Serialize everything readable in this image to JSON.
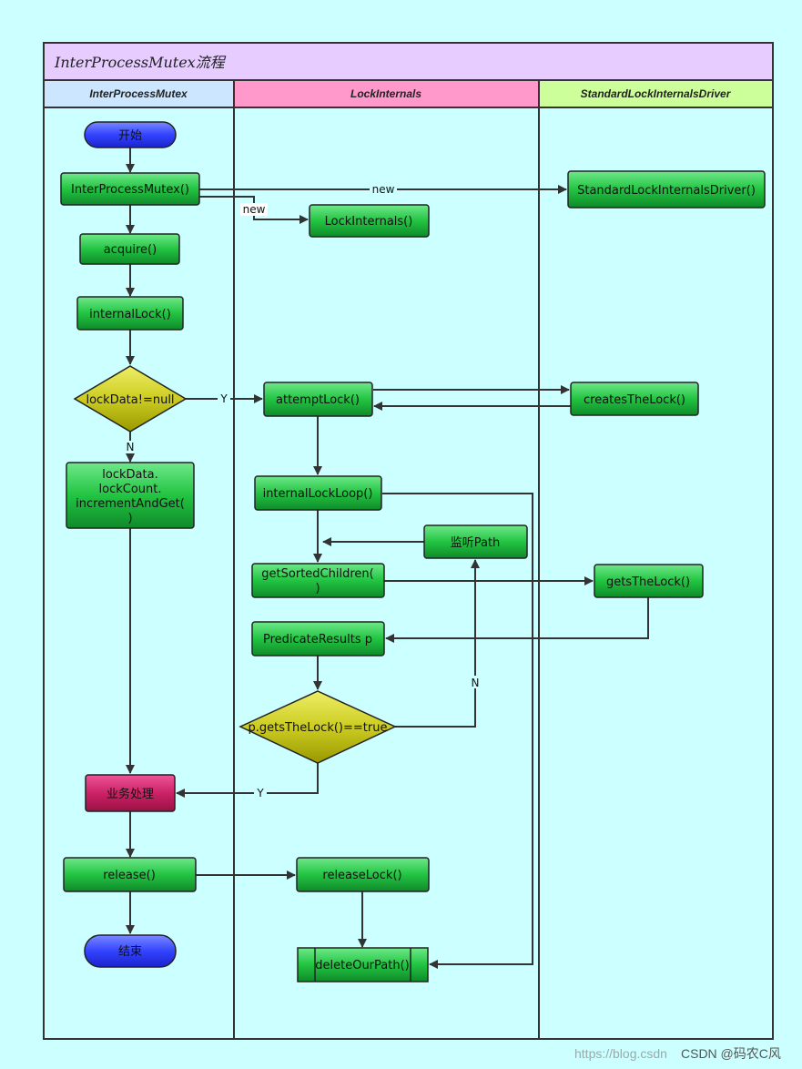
{
  "title": "InterProcessMutex流程",
  "lanes": [
    {
      "id": "ipm",
      "label": "InterProcessMutex",
      "color": "#cce6ff"
    },
    {
      "id": "li",
      "label": "LockInternals",
      "color": "#ff99cc"
    },
    {
      "id": "sld",
      "label": "StandardLockInternalsDriver",
      "color": "#ccff99"
    }
  ],
  "nodes": {
    "start": {
      "label": "开始"
    },
    "ipm_ctor": {
      "label": "InterProcessMutex()"
    },
    "acquire": {
      "label": "acquire()"
    },
    "internal_lock": {
      "label": "internalLock()"
    },
    "decision_lockdata": {
      "label": "lockData!=null"
    },
    "increment": {
      "lines": [
        "lockData.",
        "lockCount.",
        "incrementAndGet(",
        ")"
      ]
    },
    "business": {
      "label": "业务处理"
    },
    "release": {
      "label": "release()"
    },
    "end": {
      "label": "结束"
    },
    "li_ctor": {
      "label": "LockInternals()"
    },
    "attempt_lock": {
      "label": "attemptLock()"
    },
    "internal_lock_loop": {
      "label": "internalLockLoop()"
    },
    "watch_path": {
      "label": "监听Path"
    },
    "get_sorted_children": {
      "lines": [
        "getSortedChildren(",
        ")"
      ]
    },
    "predicate_results": {
      "label": "PredicateResults p"
    },
    "decision_getsthelock": {
      "label": "p.getsTheLock()==true"
    },
    "release_lock": {
      "label": "releaseLock()"
    },
    "delete_our_path": {
      "label": "deleteOurPath()"
    },
    "sld_ctor": {
      "label": "StandardLockInternalsDriver()"
    },
    "creates_the_lock": {
      "label": "createsTheLock()"
    },
    "gets_the_lock": {
      "label": "getsTheLock()"
    }
  },
  "edge_labels": {
    "new1": "new",
    "new2": "new",
    "yes1": "Y",
    "no1": "N",
    "no2": "N",
    "yes2": "Y"
  },
  "watermark": {
    "faded": "https://blog.csdn",
    "brand": "CSDN @码农C风"
  },
  "colors": {
    "background": "#ccffff",
    "green_node": "#22c442",
    "blue_terminal": "#3344ff",
    "decision": "#cccc22",
    "business": "#cc2266",
    "title_band": "#e6ccff"
  }
}
